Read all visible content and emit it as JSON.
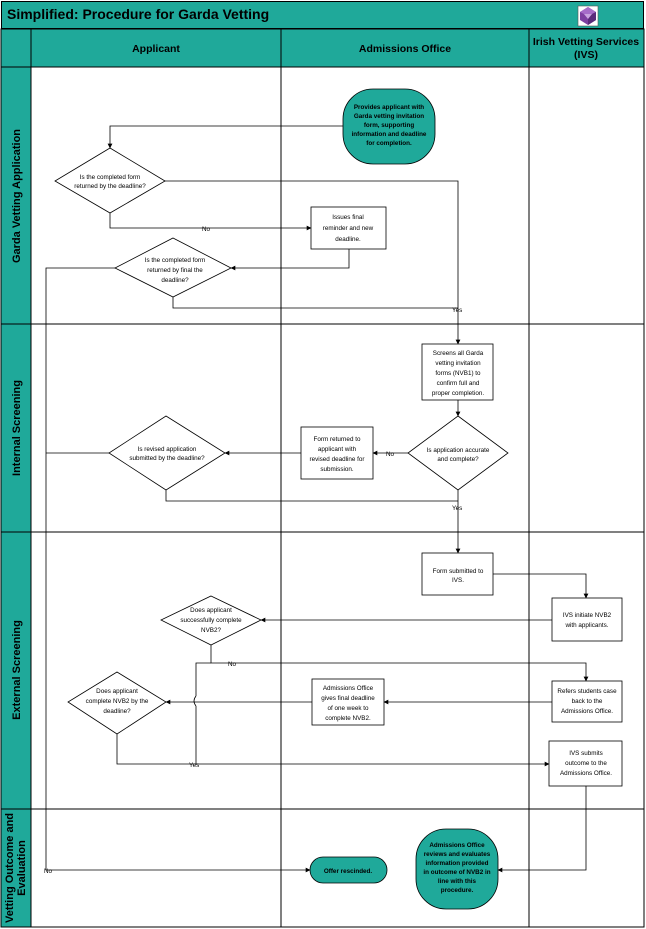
{
  "title": "Simplified: Procedure for Garda Vetting",
  "logo_icon": "purple-gem-logo-icon",
  "colors": {
    "header_fill": "#1fa99a",
    "terminal_fill": "#1fa99a",
    "line": "#000000"
  },
  "columns": {
    "applicant": "Applicant",
    "admissions": "Admissions Office",
    "ivs_line1": "Irish Vetting Services",
    "ivs_line2": "(IVS)"
  },
  "lanes": {
    "application": "Garda Vetting Application",
    "screening": "Internal Screening",
    "external": "External Screening",
    "outcome_line1": "Vetting Outcome and",
    "outcome_line2": "Evaluation"
  },
  "nodes": {
    "provides": [
      "Provides applicant with",
      "Garda vetting invitation",
      "form, supporting",
      "information and deadline",
      "for completion."
    ],
    "q_returned": [
      "Is the completed form",
      "returned by the deadline?"
    ],
    "issues_final": [
      "Issues final",
      "reminder and new",
      "deadline."
    ],
    "q_final": [
      "Is the completed form",
      "returned by final the",
      "deadline?"
    ],
    "screens": [
      "Screens all Garda",
      "vetting invitation",
      "forms (NVB1) to",
      "confirm full and",
      "proper completion."
    ],
    "q_accurate": [
      "Is application accurate",
      "and complete?"
    ],
    "returned_form": [
      "Form returned to",
      "applicant with",
      "revised deadline for",
      "submission."
    ],
    "q_revised": [
      "Is revised application",
      "submitted by the deadline?"
    ],
    "submitted_ivs": [
      "Form submitted to",
      "IVS."
    ],
    "ivs_initiate": [
      "IVS initiate NVB2",
      "with applicants."
    ],
    "q_complete_nvb2": [
      "Does applicant",
      "successfully complete",
      "NVB2?"
    ],
    "refers": [
      "Refers students case",
      "back to the",
      "Admissions Office."
    ],
    "final_deadline": [
      "Admissions Office",
      "gives final deadline",
      "of one week to",
      "complete NVB2."
    ],
    "q_nvb2_deadline": [
      "Does applicant",
      "complete NVB2 by the",
      "deadline?"
    ],
    "ivs_submits": [
      "IVS submits",
      "outcome to the",
      "Admissions Office."
    ],
    "offer_rescinded": "Offer rescinded.",
    "reviews": [
      "Admissions Office",
      "reviews and evaluates",
      "information provided",
      "in outcome of NVB2 in",
      "line with this",
      "procedure."
    ]
  },
  "edge_labels": {
    "no": "No",
    "yes": "Yes"
  }
}
